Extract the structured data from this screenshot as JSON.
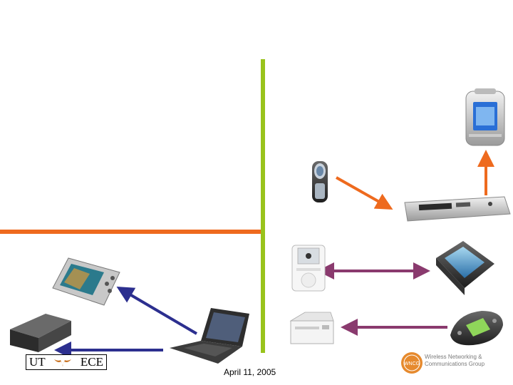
{
  "footer": {
    "date": "April 11, 2005"
  },
  "logos": {
    "ut_left": "UT",
    "ut_right": "ECE",
    "wncg_badge": "WNCG",
    "wncg_line1": "Wireless Networking &",
    "wncg_line2": "Communications Group"
  },
  "devices": [
    {
      "name": "mp3-player-icon"
    },
    {
      "name": "mobile-phone-icon"
    },
    {
      "name": "dvd-recorder-icon"
    },
    {
      "name": "ipod-icon"
    },
    {
      "name": "pda-icon"
    },
    {
      "name": "laser-printer-icon"
    },
    {
      "name": "handheld-game-icon"
    },
    {
      "name": "portable-media-player-icon"
    },
    {
      "name": "external-drive-icon"
    },
    {
      "name": "laptop-icon"
    }
  ],
  "connections": [
    {
      "from": "mobile-phone",
      "to": "dvd-recorder",
      "color": "#ee6a1e",
      "direction": "one-way"
    },
    {
      "from": "dvd-recorder",
      "to": "mp3-player",
      "color": "#ee6a1e",
      "direction": "one-way"
    },
    {
      "from": "ipod",
      "to": "pda",
      "color": "#8a3a6e",
      "direction": "two-way"
    },
    {
      "from": "handheld-game",
      "to": "laser-printer",
      "color": "#8a3a6e",
      "direction": "one-way"
    },
    {
      "from": "laptop",
      "to": "portable-media-player",
      "color": "#2c2f8f",
      "direction": "one-way"
    },
    {
      "from": "laptop",
      "to": "external-drive",
      "color": "#2c2f8f",
      "direction": "one-way"
    }
  ],
  "dividers": {
    "vertical_color": "#99c31c",
    "horizontal_color": "#ee6a1e"
  }
}
